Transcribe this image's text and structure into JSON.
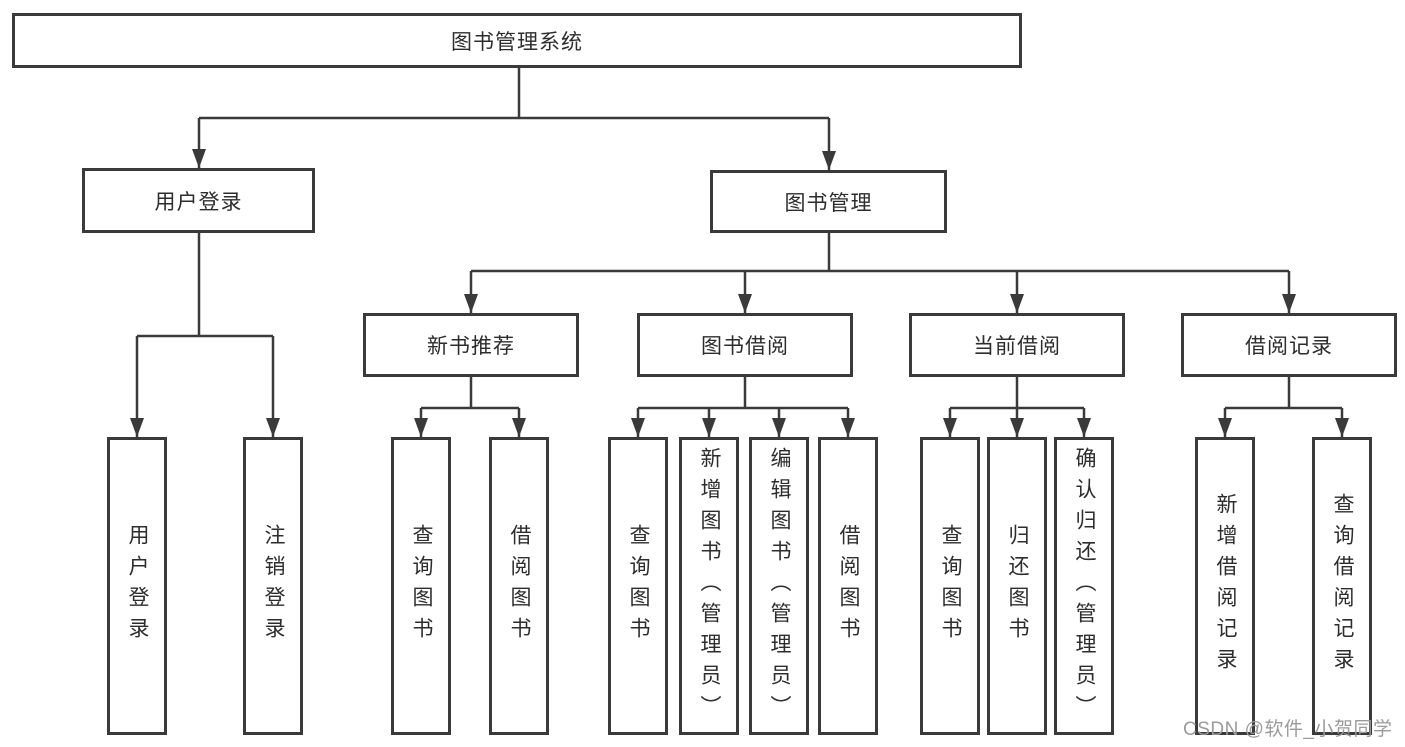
{
  "colors": {
    "line": "#3a3a3a",
    "text": "#2d2d2d",
    "watermark": "#9b9b9b",
    "background": "#ffffff"
  },
  "tree": {
    "label": "图书管理系统",
    "children": [
      {
        "label": "用户登录",
        "children": [
          {
            "label": "用户登录"
          },
          {
            "label": "注销登录"
          }
        ]
      },
      {
        "label": "图书管理",
        "children": [
          {
            "label": "新书推荐",
            "children": [
              {
                "label": "查询图书"
              },
              {
                "label": "借阅图书"
              }
            ]
          },
          {
            "label": "图书借阅",
            "children": [
              {
                "label": "查询图书"
              },
              {
                "label": "新增图书（管理员）"
              },
              {
                "label": "编辑图书（管理员）"
              },
              {
                "label": "借阅图书"
              }
            ]
          },
          {
            "label": "当前借阅",
            "children": [
              {
                "label": "查询图书"
              },
              {
                "label": "归还图书"
              },
              {
                "label": "确认归还（管理员）"
              }
            ]
          },
          {
            "label": "借阅记录",
            "children": [
              {
                "label": "新增借阅记录"
              },
              {
                "label": "查询借阅记录"
              }
            ]
          }
        ]
      }
    ]
  },
  "watermark": "CSDN @软件_小贺同学"
}
